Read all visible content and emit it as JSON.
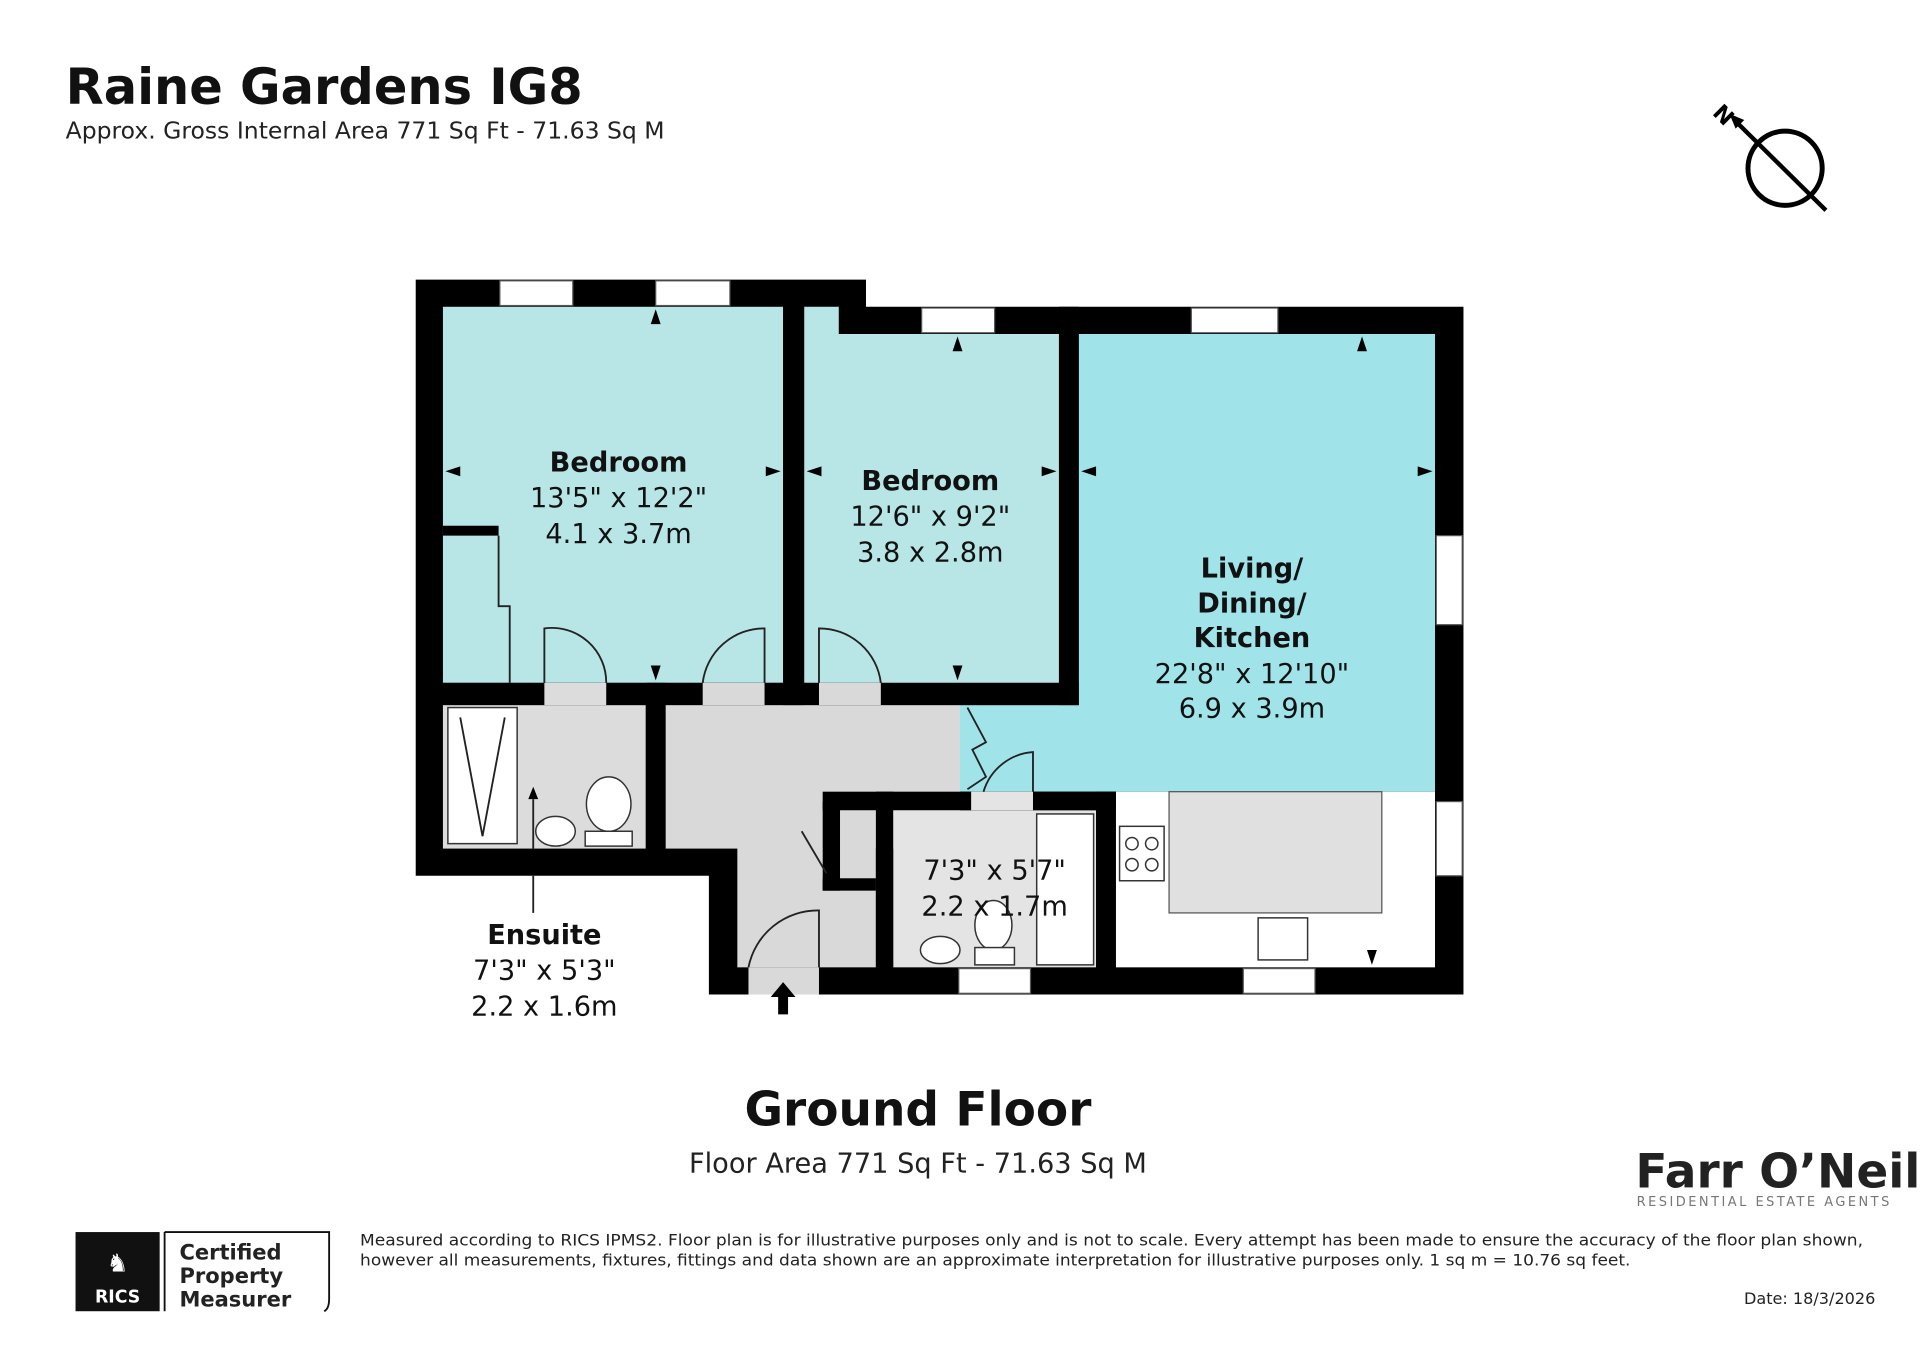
{
  "header": {
    "title": "Raine Gardens IG8",
    "subtitle": "Approx. Gross Internal Area 771 Sq Ft - 71.63 Sq M"
  },
  "compass": {
    "label": "N",
    "icon": "north-arrow-icon"
  },
  "rooms": [
    {
      "name": "Bedroom",
      "imperial": "13'5\" x 12'2\"",
      "metric": "4.1 x 3.7m"
    },
    {
      "name": "Bedroom",
      "imperial": "12'6\" x 9'2\"",
      "metric": "3.8 x 2.8m"
    },
    {
      "name_lines": [
        "Living/",
        "Dining/",
        "Kitchen"
      ],
      "imperial": "22'8\" x 12'10\"",
      "metric": "6.9 x 3.9m"
    },
    {
      "name": "",
      "imperial": "7'3\" x 5'7\"",
      "metric": "2.2 x 1.7m"
    },
    {
      "name": "Ensuite",
      "imperial": "7'3\" x 5'3\"",
      "metric": "2.2 x 1.6m"
    }
  ],
  "floor": {
    "title": "Ground Floor",
    "area": "Floor Area 771 Sq Ft - 71.63 Sq M"
  },
  "colors": {
    "bedroom": "#b8e6e6",
    "living": "#a0e4ea",
    "hall": "#d9d9d9",
    "wall": "#000000"
  },
  "agent": {
    "name": "Farr O’Neil",
    "tagline": "RESIDENTIAL ESTATE AGENTS"
  },
  "rics": {
    "logo_text": "RICS",
    "lines": [
      "Certified",
      "Property",
      "Measurer"
    ]
  },
  "disclaimer": [
    "Measured according to RICS IPMS2. Floor plan is for illustrative purposes only and is not to scale. Every attempt has been made to ensure the accuracy of the floor plan shown,",
    "however all measurements, fixtures, fittings and data shown are an approximate interpretation for illustrative purposes only. 1 sq m = 10.76 sq feet."
  ],
  "date": "Date: 18/3/2026"
}
